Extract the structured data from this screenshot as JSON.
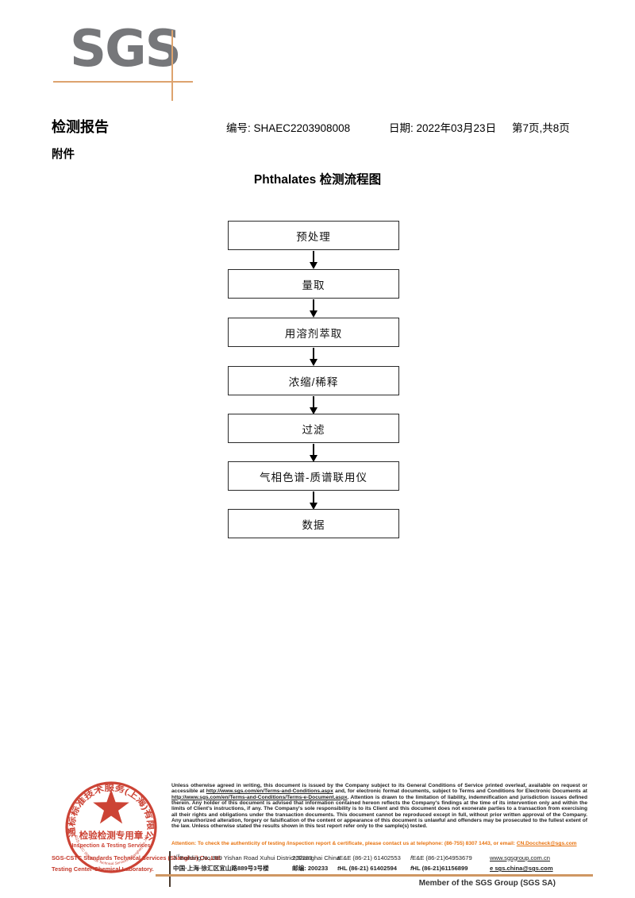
{
  "logo": {
    "text": "SGS"
  },
  "header": {
    "title": "检测报告",
    "report_no": "编号: SHAEC2203908008",
    "date": "日期: 2022年03月23日",
    "page_info": "第7页,共8页",
    "attachment_label": "附件"
  },
  "flowchart": {
    "title": "Phthalates 检测流程图",
    "steps": [
      "预处理",
      "量取",
      "用溶剂萃取",
      "浓缩/稀释",
      "过滤",
      "气相色谱-质谱联用仪",
      "数据"
    ]
  },
  "stamp": {
    "ring_text_top": "通标标准技术服务(上海)有限公司",
    "ring_text_bottom": "SGS-CSTC Standards Technical Services (Shanghai) Co.,Ltd.",
    "center_line1": "检验检测专用章",
    "center_line2": "Inspection & Testing Services",
    "overlay_line1": "SGS-CSTC Standards Technical Services (Shanghai) Co.,Ltd.",
    "overlay_line2": "Testing Center-Chemical Laboratory.",
    "color": "#c93526"
  },
  "legal": {
    "part1": "Unless otherwise agreed in writing, this document is issued by the Company subject to its General Conditions of Service printed overleaf, available on request or accessible at ",
    "link1": "http://www.sgs.com/en/Terms-and-Conditions.aspx",
    "part2": " and, for electronic format documents, subject to Terms and Conditions for Electronic Documents at ",
    "link2": "http://www.sgs.com/en/Terms-and-Conditions/Terms-e-Document.aspx",
    "part3": ". Attention is drawn to the limitation of liability, indemnification and jurisdiction issues defined therein. Any holder of this document is advised that information contained hereon reflects the Company's findings at the time of its intervention only and within the limits of Client's instructions, if any. The Company's sole responsibility is to its Client and this document does not exonerate parties to a transaction from exercising all their rights and obligations under the transaction documents. This document cannot be reproduced except in full, without prior written approval of the Company. Any unauthorized alteration, forgery or falsification of the content or appearance of this document is unlawful and offenders may be prosecuted to the fullest extent of the law. Unless otherwise stated the results shown in this test report refer only to the sample(s) tested.",
    "attention": "Attention: To check the authenticity of testing /inspection report & certificate, please contact us at telephone: (86-755) 8307 1443, or email: ",
    "attention_email": "CN.Doccheck@sgs.com"
  },
  "address": {
    "en_num": "3",
    "en_sup": "rd",
    "en_rest": "Building,No.889 Yishan Road Xuhui District,Shanghai China",
    "en_postcode": "200233",
    "en_tel": "tE&E (86-21) 61402553",
    "en_fax": "fE&E (86-21)64953679",
    "web": "www.sgsgroup.com.cn",
    "cn_line": "中国·上海·徐汇区宜山路889号3号楼",
    "cn_post": "邮编: 200233",
    "cn_tel": "tHL (86-21) 61402594",
    "cn_fax": "fHL (86-21)61156899",
    "email": "e  sgs.china@sgs.com"
  },
  "footer": {
    "member_text": "Member of the SGS Group (SGS SA)"
  }
}
